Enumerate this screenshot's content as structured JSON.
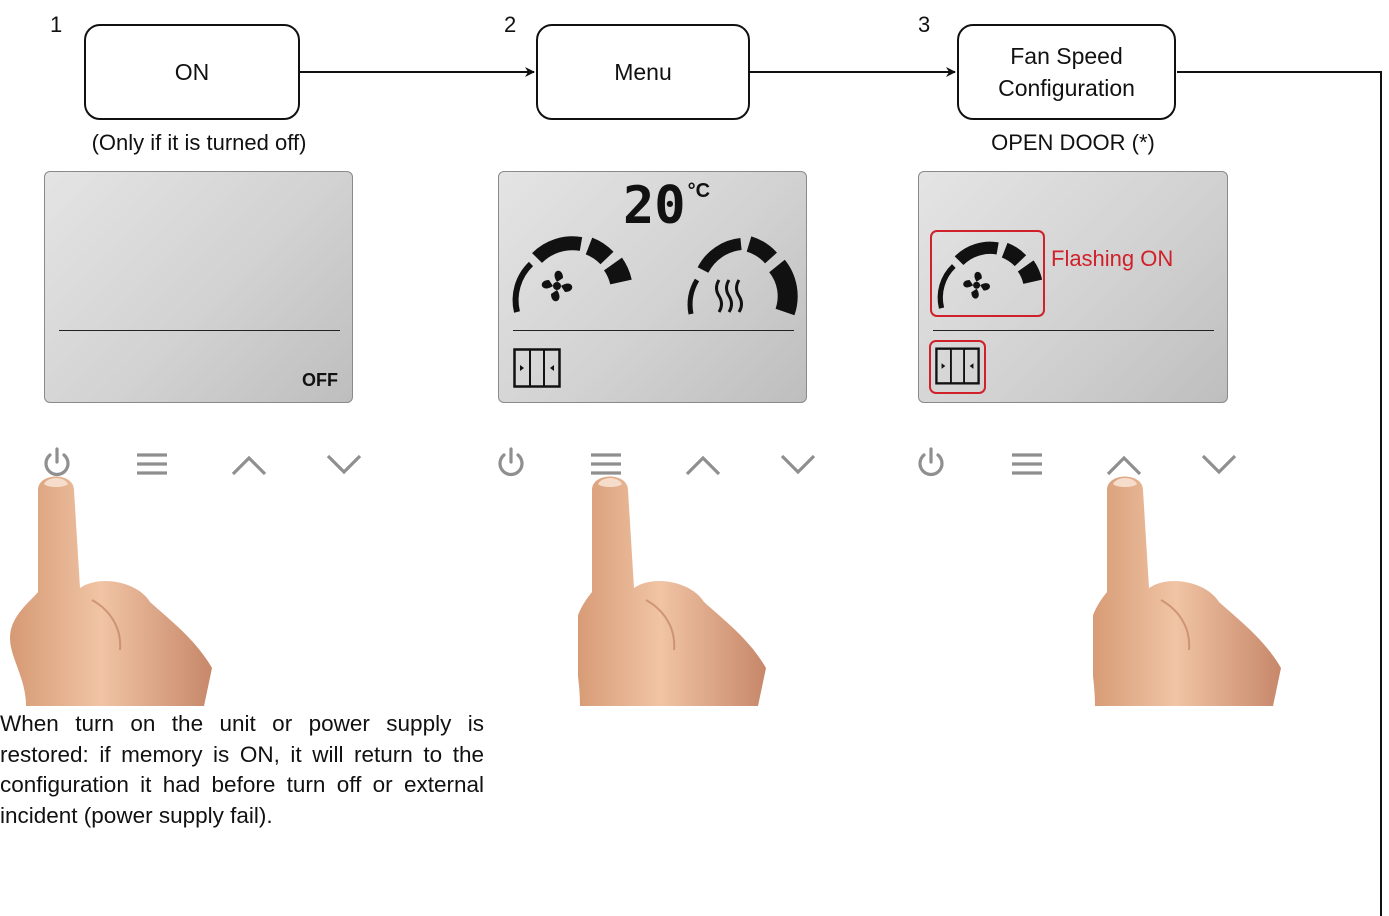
{
  "steps": [
    {
      "number": "1",
      "lines": [
        "ON"
      ],
      "caption": "(Only if it is turned off)"
    },
    {
      "number": "2",
      "lines": [
        "Menu"
      ],
      "caption": ""
    },
    {
      "number": "3",
      "lines": [
        "Fan Speed",
        "Configuration"
      ],
      "caption": "OPEN DOOR (*)"
    }
  ],
  "displays": {
    "off_text": "OFF",
    "temperature": "20",
    "temp_unit": "°C",
    "flashing_label": "Flashing ON"
  },
  "controls": {
    "icons": [
      "power-icon",
      "menu-icon",
      "chevron-up-icon",
      "chevron-down-icon"
    ],
    "pressed": [
      "power-icon",
      "menu-icon",
      "chevron-up-icon"
    ]
  },
  "note": "When turn on the unit or power supply is restored: if memory is ON, it will return to the configuration it had before turn off or external incident (power supply fail).",
  "colors": {
    "highlight": "#d0202a",
    "button_gray": "#8f8f8f",
    "skin": "#e6b18e"
  }
}
